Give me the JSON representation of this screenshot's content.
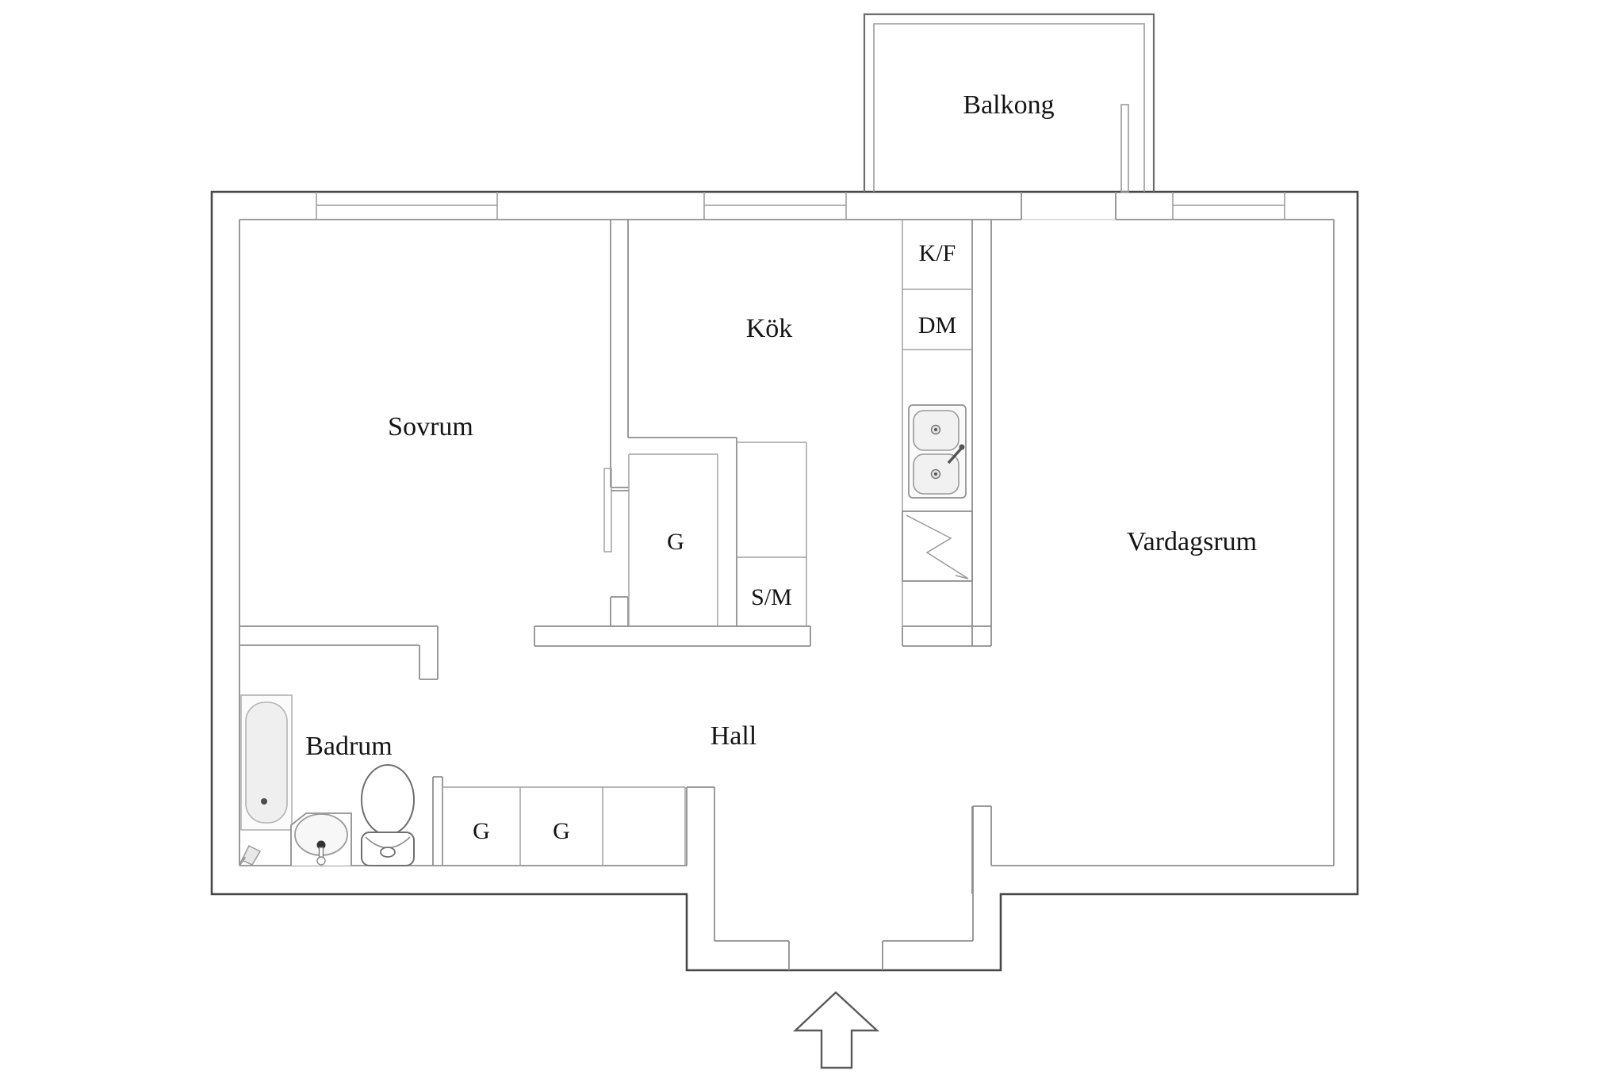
{
  "floorplan": {
    "rooms": {
      "balkong": {
        "label": "Balkong"
      },
      "sovrum": {
        "label": "Sovrum"
      },
      "kok": {
        "label": "Kök"
      },
      "vardagsrum": {
        "label": "Vardagsrum"
      },
      "badrum": {
        "label": "Badrum"
      },
      "hall": {
        "label": "Hall"
      }
    },
    "fixtures": {
      "fridge_freezer": {
        "label": "K/F"
      },
      "dishwasher": {
        "label": "DM"
      },
      "cleaning_cabinet": {
        "label": "S/M"
      },
      "wardrobe_walkin": {
        "label": "G"
      },
      "wardrobe_hall_1": {
        "label": "G"
      },
      "wardrobe_hall_2": {
        "label": "G"
      }
    },
    "colors": {
      "background": "#ffffff",
      "exterior_wall_line": "#474747",
      "interior_wall_line": "#8f8f8f",
      "cabinet_line": "#a2a2a2",
      "text": "#141414"
    }
  }
}
